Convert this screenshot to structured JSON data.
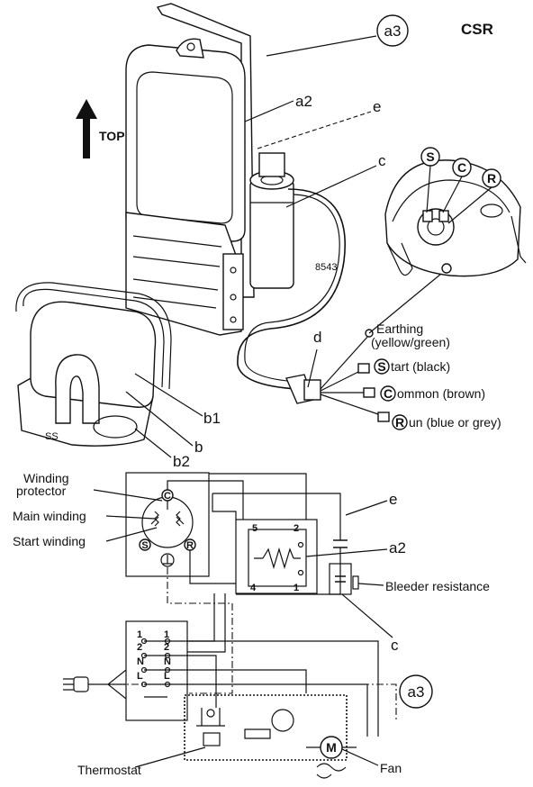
{
  "header": {
    "model": "CSR",
    "top_label": "TOP"
  },
  "callouts": {
    "a3_top": "a3",
    "a2_top": "a2",
    "e_top": "e",
    "c_top": "c",
    "d": "d",
    "b1": "b1",
    "b": "b",
    "b2": "b2",
    "ref_number": "8543",
    "e_schematic": "e",
    "a2_schematic": "a2",
    "c_schematic": "c",
    "a3_schematic": "a3"
  },
  "compressor_terminals": {
    "s": "S",
    "c": "C",
    "r": "R"
  },
  "wiring_legend": [
    {
      "marker": "",
      "text": "Earthing"
    },
    {
      "marker": "",
      "text": "(yellow/green)"
    },
    {
      "marker": "S",
      "text": "tart (black)"
    },
    {
      "marker": "C",
      "text": "ommon (brown)"
    },
    {
      "marker": "R",
      "text": "un (blue or grey)"
    }
  ],
  "schematic": {
    "winding_protector_line1": "Winding",
    "winding_protector_line2": "protector",
    "main_winding": "Main winding",
    "start_winding": "Start winding",
    "terminal_c": "C",
    "terminal_s": "S",
    "terminal_r": "R",
    "relay_pins": [
      "5",
      "2",
      "4",
      "1"
    ],
    "bleeder_resistance": "Bleeder resistance",
    "terminal_block": [
      "1",
      "1",
      "2",
      "2",
      "N",
      "N",
      "L",
      "L"
    ],
    "thermostat": "Thermostat",
    "fan": "Fan",
    "fan_symbol": "M"
  }
}
